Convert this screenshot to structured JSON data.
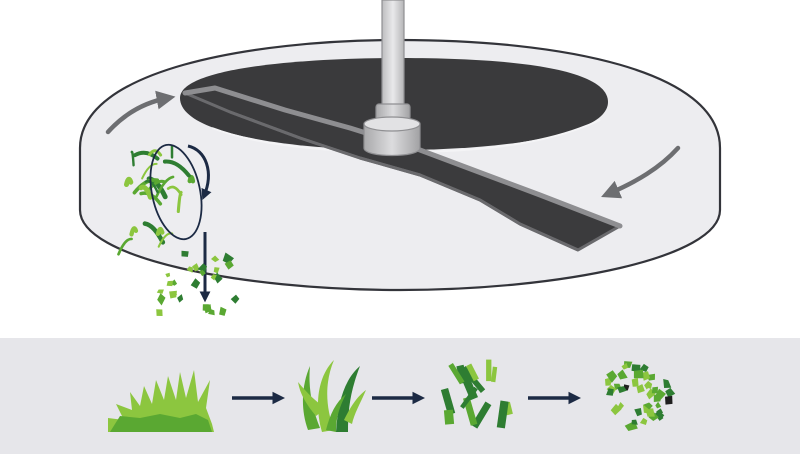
{
  "title": "",
  "colors": {
    "background": "#ffffff",
    "deck_fill": "#ececef",
    "deck_stroke": "#33343a",
    "opening": "#3a3a3c",
    "blade": "#3b3b3d",
    "blade_edge": "#6a6a6d",
    "hub": "#c9c9cb",
    "shaft": "#d4d4d6",
    "flow_arrow": "#6d6e71",
    "process_arrow": "#1c2a44",
    "strip": "#e6e6ea",
    "grass_light": "#8cc63f",
    "grass_mid": "#5aa832",
    "grass_dark": "#2e7d32",
    "mulch_black": "#1f1f1f"
  },
  "icons": {
    "deck": "mower-deck-icon",
    "blade": "mower-blade-icon",
    "flow": "airflow-arrow-icon",
    "swirl": "grass-swirl-icon",
    "stage_1": "whole-grass-icon",
    "stage_2": "cut-grass-blades-icon",
    "stage_3": "chopped-grass-pieces-icon",
    "stage_4": "mulched-grass-particles-icon"
  },
  "process_stages": [
    "whole-grass",
    "cut-blades",
    "chopped-pieces",
    "mulch"
  ]
}
